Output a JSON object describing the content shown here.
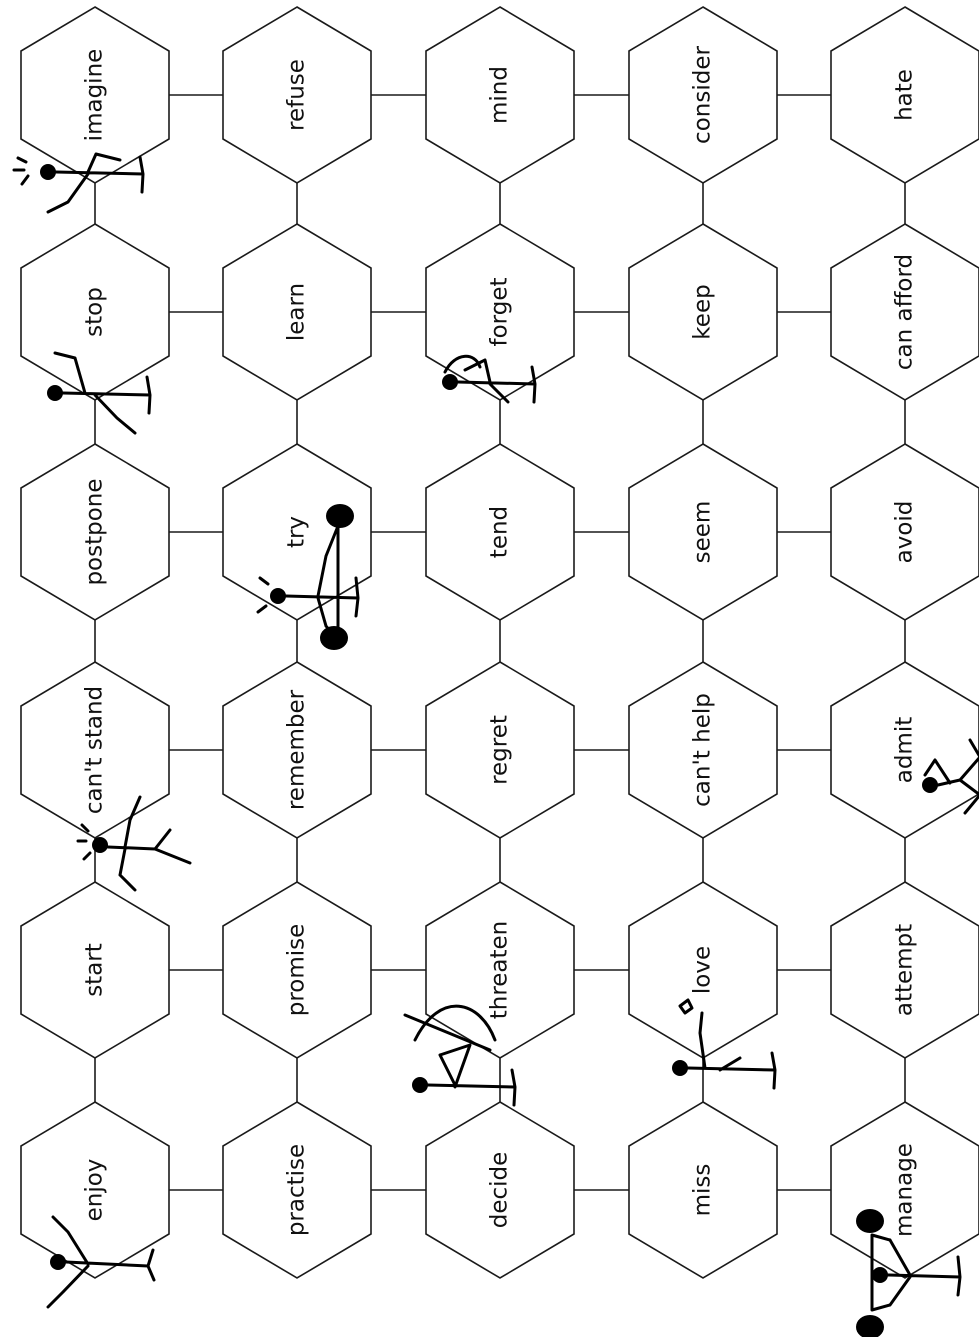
{
  "board": {
    "columns": [
      {
        "cells": [
          "imagine",
          "stop",
          "postpone",
          "can't stand",
          "start",
          "enjoy"
        ]
      },
      {
        "cells": [
          "refuse",
          "learn",
          "try",
          "remember",
          "promise",
          "practise"
        ]
      },
      {
        "cells": [
          "mind",
          "forget",
          "tend",
          "regret",
          "threaten",
          "decide"
        ]
      },
      {
        "cells": [
          "consider",
          "keep",
          "seem",
          "can't help",
          "love",
          "miss"
        ]
      },
      {
        "cells": [
          "hate",
          "can afford",
          "avoid",
          "admit",
          "attempt",
          "manage"
        ]
      }
    ]
  },
  "illustrations": [
    {
      "name": "imagine-figure-icon",
      "column": 0,
      "row": 0
    },
    {
      "name": "stop-figure-icon",
      "column": 0,
      "row": 1
    },
    {
      "name": "cant-stand-figure-icon",
      "column": 0,
      "row": 3
    },
    {
      "name": "enjoy-figure-icon",
      "column": 0,
      "row": 5
    },
    {
      "name": "try-weightlifter-icon",
      "column": 1,
      "row": 2
    },
    {
      "name": "forget-figure-icon",
      "column": 2,
      "row": 1
    },
    {
      "name": "threaten-archer-icon",
      "column": 2,
      "row": 4
    },
    {
      "name": "love-figure-icon",
      "column": 3,
      "row": 4
    },
    {
      "name": "admit-kneeling-figure-icon",
      "column": 4,
      "row": 3
    },
    {
      "name": "manage-weightlifter-icon",
      "column": 4,
      "row": 5
    }
  ]
}
